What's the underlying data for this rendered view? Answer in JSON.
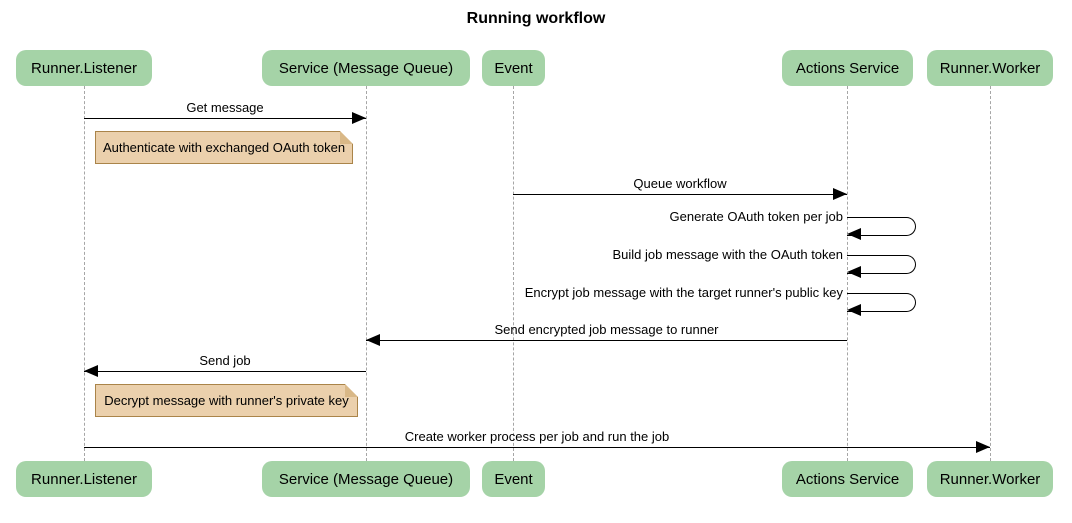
{
  "title": "Running workflow",
  "diagram_type": "sequence-diagram",
  "colors": {
    "actor_fill": "#a5d3a7",
    "note_fill": "#ebd0ac",
    "note_border": "#aa8449",
    "note_fold": "#d9b887",
    "line_color": "#000000",
    "lifeline_color": "#a6a6a6",
    "text_color": "#000000",
    "background": "#ffffff"
  },
  "participants": [
    "Runner.Listener",
    "Service (Message Queue)",
    "Event",
    "Actions Service",
    "Runner.Worker"
  ],
  "messages": [
    {
      "type": "arrow",
      "label": "Get message",
      "from": "Runner.Listener",
      "to": "Service (Message Queue)"
    },
    {
      "type": "note",
      "label": "Authenticate with exchanged OAuth token",
      "over": "Runner.Listener"
    },
    {
      "type": "arrow",
      "label": "Queue workflow",
      "from": "Event",
      "to": "Actions Service"
    },
    {
      "type": "self",
      "label": "Generate OAuth token per job",
      "on": "Actions Service"
    },
    {
      "type": "self",
      "label": "Build job message with the OAuth token",
      "on": "Actions Service"
    },
    {
      "type": "self",
      "label": "Encrypt job message with the target runner's public key",
      "on": "Actions Service"
    },
    {
      "type": "arrow",
      "label": "Send encrypted job message to runner",
      "from": "Actions Service",
      "to": "Service (Message Queue)"
    },
    {
      "type": "arrow",
      "label": "Send job",
      "from": "Service (Message Queue)",
      "to": "Runner.Listener"
    },
    {
      "type": "note",
      "label": "Decrypt message with runner's private key",
      "over": "Runner.Listener"
    },
    {
      "type": "arrow",
      "label": "Create worker process per job and run the job",
      "from": "Runner.Listener",
      "to": "Runner.Worker"
    }
  ]
}
